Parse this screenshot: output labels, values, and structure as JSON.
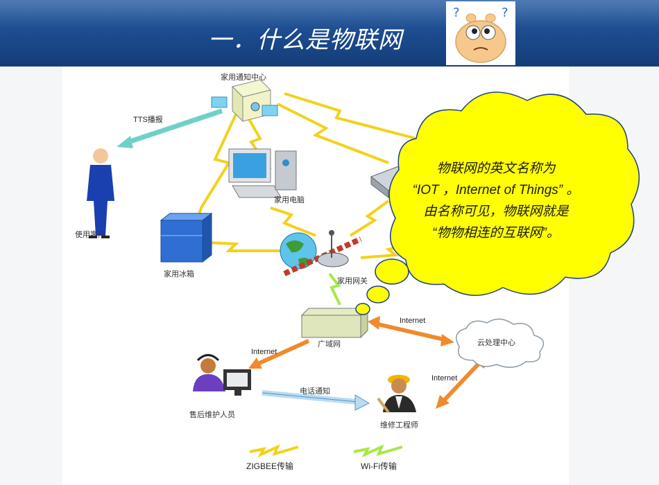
{
  "slide": {
    "title": "一．什么是物联网"
  },
  "diagram": {
    "nodes": {
      "home_center": "家用通知中心",
      "tts": "TTS播报",
      "user": "使用客户",
      "home_pc": "家用电脑",
      "fridge": "家用冰箱",
      "gateway": "家用网关",
      "wan": "广域网",
      "cloud": "云处理中心",
      "after_sales": "售后维护人员",
      "engineer": "维修工程师",
      "phone_notice": "电话通知",
      "internet_1": "Internet",
      "internet_2": "Internet",
      "internet_3": "Internet"
    },
    "legend": {
      "zigbee": "ZIGBEE传输",
      "wifi": "Wi-Fi传输"
    },
    "colors": {
      "zigbee": "#f2d21a",
      "wifi": "#a6e84a",
      "internet_arrow": "#f08a2c",
      "tts_arrow": "#6fd0c8",
      "phone_arrow": "#b8dcf2"
    }
  },
  "callout": {
    "lines": [
      "物联网的英文名称为",
      "“IOT ，Internet  of Things” 。",
      "由名称可见，物联网就是",
      "“物物相连的互联网”。"
    ],
    "color": "#ffff00"
  }
}
